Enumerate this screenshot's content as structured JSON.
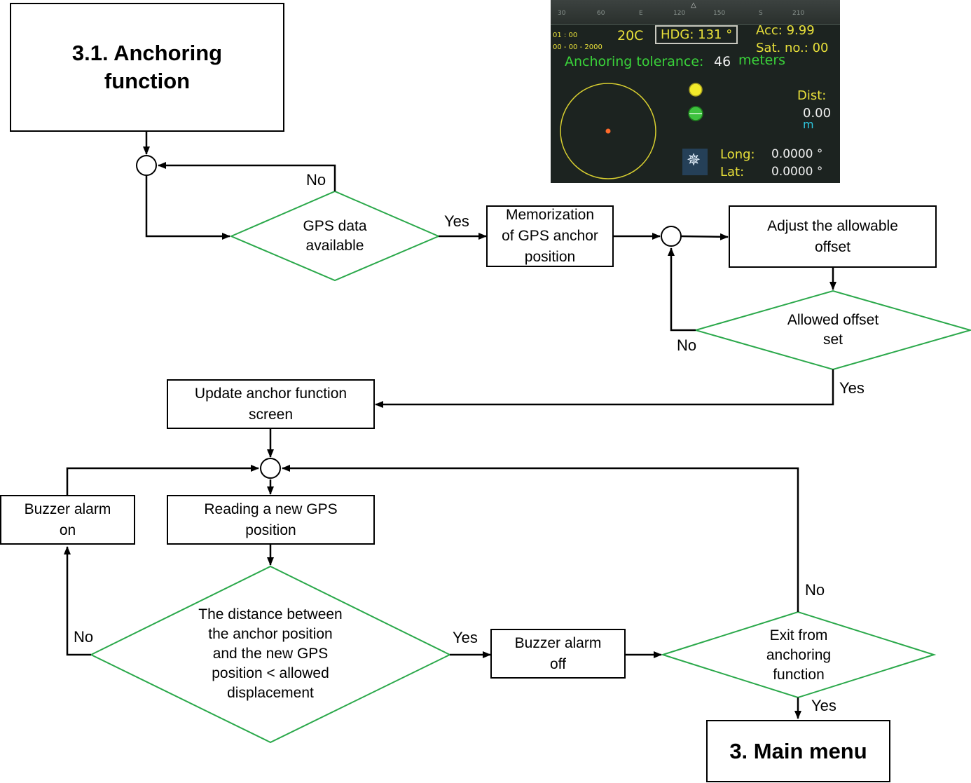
{
  "title_box": "3.1. Anchoring\nfunction",
  "end_box": "3. Main menu",
  "decisions": {
    "gps": "GPS data\navailable",
    "offset": "Allowed  offset\nset",
    "distance": "The distance between\nthe anchor position\nand the new GPS\nposition < allowed\ndisplacement",
    "exit": "Exit from\nanchoring\nfunction"
  },
  "processes": {
    "memorize": "Memorization\nof GPS anchor\nposition",
    "adjust": "Adjust the allowable\noffset",
    "update": "Update anchor function\nscreen",
    "read": "Reading a new GPS\nposition",
    "buzzer_on": "Buzzer alarm\non",
    "buzzer_off": "Buzzer alarm\noff"
  },
  "labels": {
    "no": "No",
    "yes": "Yes"
  },
  "screen": {
    "compass_ticks": [
      "30",
      "60",
      "E",
      "120",
      "150",
      "S",
      "210"
    ],
    "time": "01  : 00",
    "date": "00 - 00 - 2000",
    "temp": "20C",
    "hdg": "HDG: 131 °",
    "acc": "Acc: 9.99",
    "sat": "Sat. no.: 00",
    "tolerance_label": "Anchoring tolerance:",
    "tolerance_value": "46",
    "tolerance_unit": "meters",
    "dist_label": "Dist:",
    "dist_value": "0.00",
    "dist_unit": "m",
    "long_label": "Long:",
    "long_value": "0.0000 °",
    "lat_label": "Lat:",
    "lat_value": "0.0000 °"
  },
  "colors": {
    "decision_stroke": "#2aa84a",
    "line": "#000000",
    "screen_yellow": "#e8e03a",
    "screen_green": "#3ad23a",
    "screen_cyan": "#2ec8e0",
    "screen_white": "#f0f0f0"
  }
}
